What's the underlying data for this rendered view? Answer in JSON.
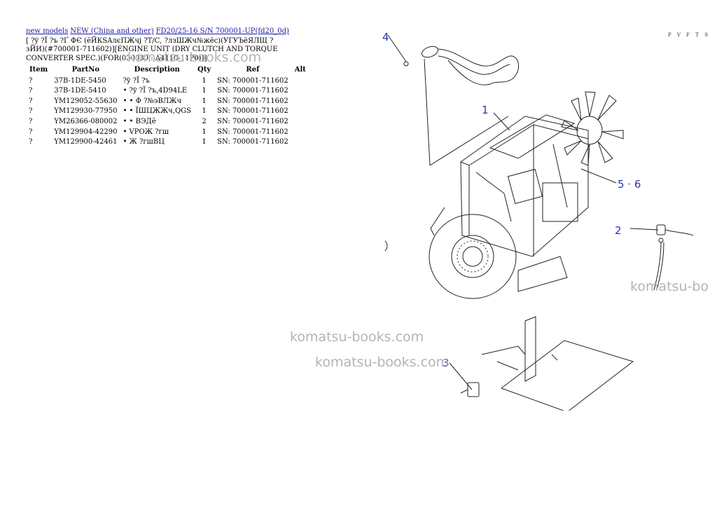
{
  "breadcrumb": {
    "links": [
      "new models",
      "NEW (China and other)",
      "FD20/25-16 S/N 700001-UP(fd20_0d)"
    ]
  },
  "page_title": "[ ?ÿ ?Ї ?ъ ?Ґ ФЄ (ёЙКSAлєПЖчј ?Т/С, ?лзШЖч№жёс)(УГУЪёЯЛЩ ?зЙИ)(#700001-711602)][ENGINE UNIT (DRY CLUTCH AND TORQUE CONVERTER SPEC.)(FOR(030030 : A4110-11P0))]",
  "table": {
    "headers": [
      "Item",
      "PartNo",
      "Description",
      "Qty",
      "Ref",
      "Alt"
    ],
    "rows": [
      {
        "item": "?",
        "part": "37B-1DE-5450",
        "desc": "?ÿ ?Ї ?ъ",
        "qty": "1",
        "ref": "SN: 700001-711602"
      },
      {
        "item": "?",
        "part": "37B-1DE-5410",
        "desc": "• ?ÿ ?Ї ?ъ,4D94LE",
        "qty": "1",
        "ref": "SN: 700001-711602"
      },
      {
        "item": "?",
        "part": "YM129052-55630",
        "desc": "• • Ф ?№эВЛЖч",
        "qty": "1",
        "ref": "SN: 700001-711602"
      },
      {
        "item": "?",
        "part": "YM129930-77950",
        "desc": "• • ЇШЦЖЖч,QGS",
        "qty": "1",
        "ref": "SN: 700001-711602"
      },
      {
        "item": "?",
        "part": "YM26366-080002",
        "desc": "• • ВЭДё",
        "qty": "2",
        "ref": "SN: 700001-711602"
      },
      {
        "item": "?",
        "part": "YM129904-42290",
        "desc": "• VРОЖ ?гш",
        "qty": "1",
        "ref": "SN: 700001-711602"
      },
      {
        "item": "?",
        "part": "YM129900-42461",
        "desc": "• Ж ?гшВЦ",
        "qty": "1",
        "ref": "SN: 700001-711602"
      }
    ]
  },
  "drawing": {
    "code": "P V F T S",
    "callouts": [
      "4",
      "1",
      "5 · 6",
      "2",
      "3"
    ]
  },
  "watermarks": [
    "komatsu-books.com",
    "komatsu-bo",
    "komatsu-books.com",
    "komatsu-books.com"
  ],
  "colors": {
    "link": "#1a1aa6",
    "callout": "#2b35b0",
    "watermark": "#b4b4b4"
  }
}
